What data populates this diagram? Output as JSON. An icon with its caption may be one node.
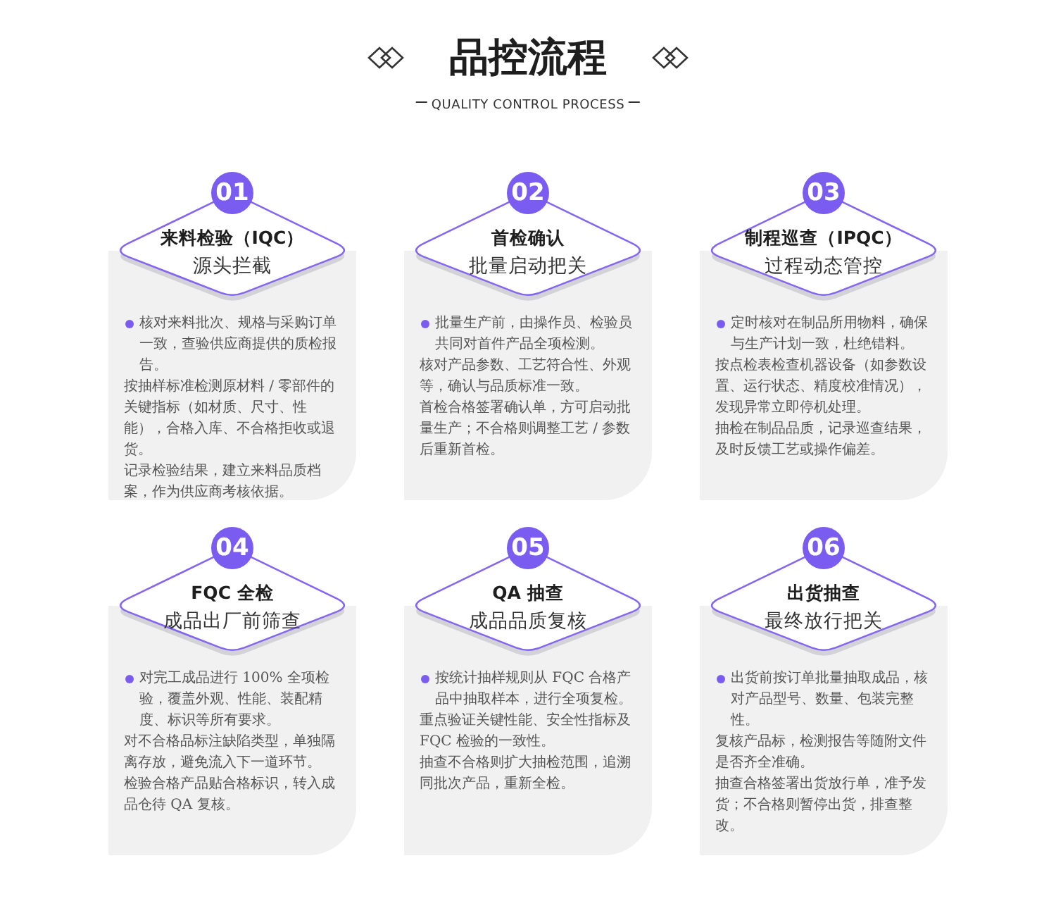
{
  "diagram": {
    "title": "品控流程",
    "nodes": [
      {
        "text": [
          "01",
          "来料检验（IQC）",
          "源头拦截",
          "核对来料批次、规格与采购订单一致，查验供应商提供的质检报告。",
          "按抽样标准检测原材料 / 零部件的关键指标（如材质、尺寸、性能），合格入库、不合格拒收或退货。",
          "记录检验结果，建立来料品质档案，作为供应商考核依据。"
        ]
      },
      {
        "text": [
          "02",
          "首检确认",
          "批量启动把关",
          "批量生产前，由操作员、检验员共同对首件产品全项检测。",
          "核对产品参数、工艺符合性、外观等，确认与品质标准一致。",
          "首检合格签署确认单，方可启动批量生产；不合格则调整工艺 / 参数后重新首检。"
        ]
      },
      {
        "text": [
          "03",
          "制程巡查（IPQC）",
          "过程动态管控",
          "定时核对在制品所用物料，确保与生产计划一致，杜绝错料。",
          "按点检表检查机器设备（如参数设置、运行状态、精度校准情况），发现异常立即停机处理。",
          "抽检在制品品质，记录巡查结果，及时反馈工艺或操作偏差。"
        ]
      },
      {
        "text": [
          "04",
          "FQC 全检",
          "成品出厂前筛查",
          "对完工成品进行 100% 全项检验，覆盖外观、性能、装配精度、标识等所有要求。",
          "对不合格品标注缺陷类型，单独隔离存放，避免流入下一道环节。",
          "检验合格产品贴合格标识，转入成品仓待 QA 复核。"
        ]
      },
      {
        "text": [
          "05",
          "QA 抽查",
          "成品品质复核",
          "按统计抽样规则从 FQC 合格产品中抽取样本，进行全项复检。",
          "重点验证关键性能、安全性指标及 FQC 检验的一致性。",
          "抽查不合格则扩大抽检范围，追溯同批次产品，重新全检。"
        ]
      },
      {
        "text": [
          "06",
          "出货抽查",
          "最终放行把关",
          "出货前按订单批量抽取成品，核对产品型号、数量、包装完整性。",
          "复核产品标，检测报告等随附文件是否齐全准确。",
          "抽查合格签署出货放行单，准予发货；不合格则暂停出货，排查整改。"
        ]
      }
    ],
    "labels": [
      "QUALITY CONTROL PROCESS"
    ]
  }
}
